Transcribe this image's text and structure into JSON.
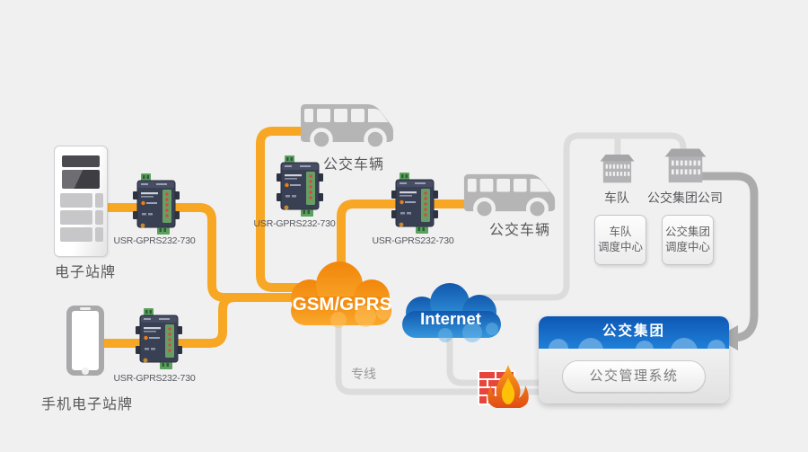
{
  "colors": {
    "background": "#f0f0f1",
    "cable_orange": "#f7a723",
    "line_light_gray": "#dcdcdd",
    "line_dark_gray": "#ababab",
    "device_gray": "#b5b5b6",
    "gsm_cloud_orange": "#f7941e",
    "internet_cloud_blue": "#1e7fc9",
    "panel_header_blue": "#1666c4",
    "firewall_red": "#e8463c",
    "flame_orange": "#f58220"
  },
  "stations": {
    "kiosk_label": "电子站牌",
    "phone_label": "手机电子站牌"
  },
  "buses": {
    "bus1_label": "公交车辆",
    "bus2_label": "公交车辆"
  },
  "modems": [
    {
      "label": "USR-GPRS232-730"
    },
    {
      "label": "USR-GPRS232-730"
    },
    {
      "label": "USR-GPRS232-730"
    },
    {
      "label": "USR-GPRS232-730"
    }
  ],
  "clouds": {
    "gsm_label": "GSM/GPRS",
    "internet_label": "Internet"
  },
  "link": {
    "dedicated_line_label": "专线"
  },
  "headquarters": {
    "fleet_building_label": "车队",
    "company_building_label": "公交集团公司",
    "fleet_center": {
      "line1": "车队",
      "line2": "调度中心"
    },
    "company_center": {
      "line1": "公交集团",
      "line2": "调度中心"
    },
    "panel": {
      "title": "公交集团",
      "system_button": "公交管理系统"
    }
  }
}
